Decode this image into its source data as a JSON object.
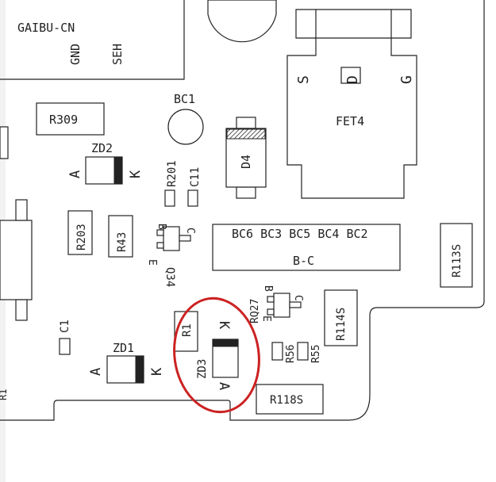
{
  "labels": {
    "gaibu": "GAIBU-CN",
    "gnd": "GND",
    "seh": "SEH",
    "r309": "R309",
    "bc1": "BC1",
    "fet4": "FET4",
    "fet_s": "S",
    "fet_d": "D",
    "fet_g": "G",
    "zd2": "ZD2",
    "zd2_a": "A",
    "zd2_k": "K",
    "d4": "D4",
    "r201": "R201",
    "c11": "C11",
    "r203": "R203",
    "r43": "R43",
    "q34": "Q34",
    "q34_b": "B",
    "q34_c": "C",
    "q34_e": "E",
    "bc_group": "BC6 BC3 BC5 BC4 BC2",
    "bc_sub": "B-C",
    "r113s": "R113S",
    "c1": "C1",
    "zd1": "ZD1",
    "zd1_a": "A",
    "zd1_k": "K",
    "r1": "R1",
    "zd3": "ZD3",
    "zd3_a": "A",
    "zd3_k": "K",
    "rq27": "RQ27",
    "rq27_b": "B",
    "rq27_c": "C",
    "rq27_e": "E",
    "r56": "R56",
    "r55": "R55",
    "r114s": "R114S",
    "r118s": "R118S"
  },
  "colors": {
    "ink": "#222222",
    "highlight": "#cc2222"
  }
}
